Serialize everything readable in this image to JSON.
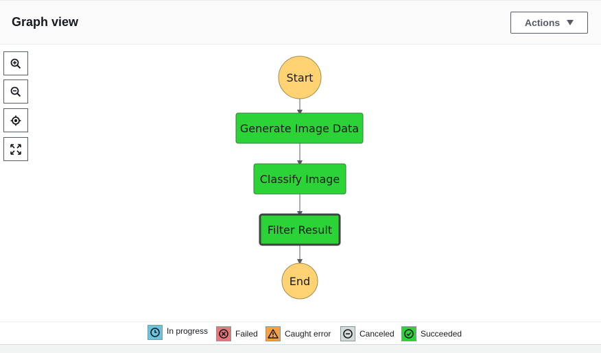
{
  "header": {
    "title": "Graph view",
    "actions_label": "Actions"
  },
  "toolbar": {
    "zoom_in": "zoom-in-icon",
    "zoom_out": "zoom-out-icon",
    "center": "center-icon",
    "fit": "fit-screen-icon"
  },
  "graph": {
    "start_label": "Start",
    "end_label": "End",
    "states": [
      {
        "label": "Generate Image Data",
        "status": "Succeeded"
      },
      {
        "label": "Classify Image",
        "status": "Succeeded"
      },
      {
        "label": "Filter Result",
        "status": "Succeeded",
        "selected": true
      }
    ]
  },
  "legend": {
    "items": [
      {
        "label": "In progress",
        "color": "#6ac4dc",
        "icon": "clock-icon"
      },
      {
        "label": "Failed",
        "color": "#ea7777",
        "icon": "x-circle-icon"
      },
      {
        "label": "Caught error",
        "color": "#f5a142",
        "icon": "warning-icon"
      },
      {
        "label": "Canceled",
        "color": "#d5dbdb",
        "icon": "minus-circle-icon"
      },
      {
        "label": "Succeeded",
        "color": "#2bd337",
        "icon": "check-circle-icon"
      }
    ]
  },
  "colors": {
    "succeeded": "#2bd337",
    "terminal": "#ffd373",
    "selected_border": "#414141"
  }
}
